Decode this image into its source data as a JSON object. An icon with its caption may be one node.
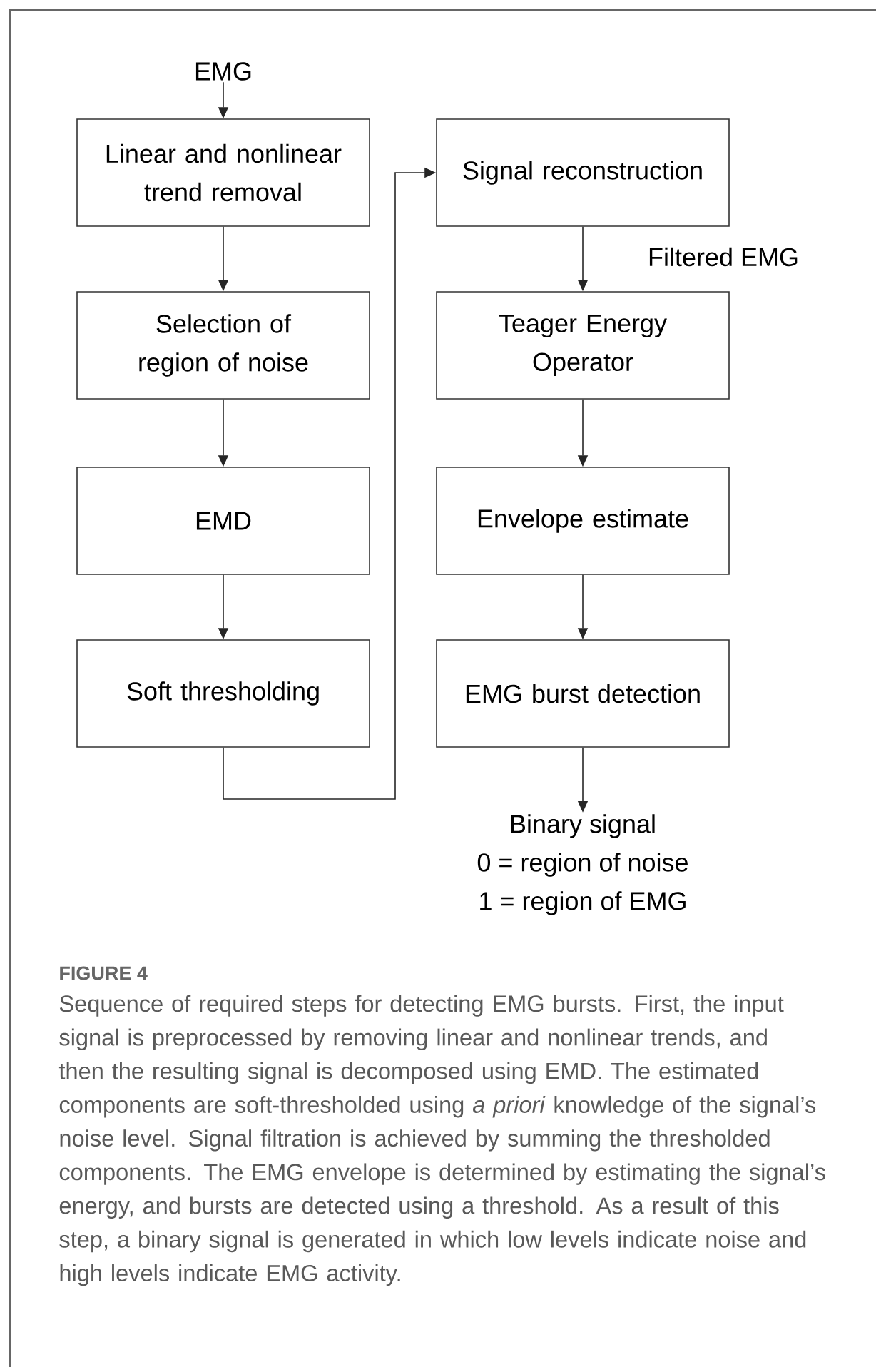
{
  "diagram": {
    "title": "FIGURE 4",
    "caption": "Sequence of required steps for detecting EMG bursts. First, the input signal is preprocessed by removing linear and nonlinear trends, and then the resulting signal is decomposed using EMD. The estimated components are soft-thresholded using *a priori* knowledge of the signal’s noise level. Signal filtration is achieved by summing the thresholded components. The EMG envelope is determined by estimating the signal’s energy, and bursts are detected using a threshold. As a result of this step, a binary signal is generated in which low levels indicate noise and high levels indicate EMG activity.",
    "nodes": [
      {
        "text": [
          "EMG"
        ]
      },
      {
        "text": [
          "Linear and nonlinear trend removal"
        ]
      },
      {
        "text": [
          "Selection of region of noise"
        ]
      },
      {
        "text": [
          "EMD"
        ]
      },
      {
        "text": [
          "Soft thresholding"
        ]
      },
      {
        "text": [
          "Signal reconstruction"
        ]
      },
      {
        "text": [
          "Teager Energy Operator"
        ]
      },
      {
        "text": [
          "Envelope estimate"
        ]
      },
      {
        "text": [
          "EMG burst detection"
        ]
      },
      {
        "text": [
          "Binary signal",
          "0 = region of noise",
          "1 = region of EMG"
        ]
      }
    ],
    "edges": [
      {
        "from": 0,
        "to": 1,
        "arrow": "to"
      },
      {
        "from": 1,
        "to": 2,
        "arrow": "to"
      },
      {
        "from": 2,
        "to": 3,
        "arrow": "to"
      },
      {
        "from": 3,
        "to": 4,
        "arrow": "to"
      },
      {
        "from": 4,
        "to": 5,
        "arrow": "to"
      },
      {
        "from": 5,
        "to": 6,
        "arrow": "to",
        "label": "Filtered EMG"
      },
      {
        "from": 6,
        "to": 7,
        "arrow": "to"
      },
      {
        "from": 7,
        "to": 8,
        "arrow": "to"
      },
      {
        "from": 8,
        "to": 9,
        "arrow": "to"
      }
    ]
  }
}
